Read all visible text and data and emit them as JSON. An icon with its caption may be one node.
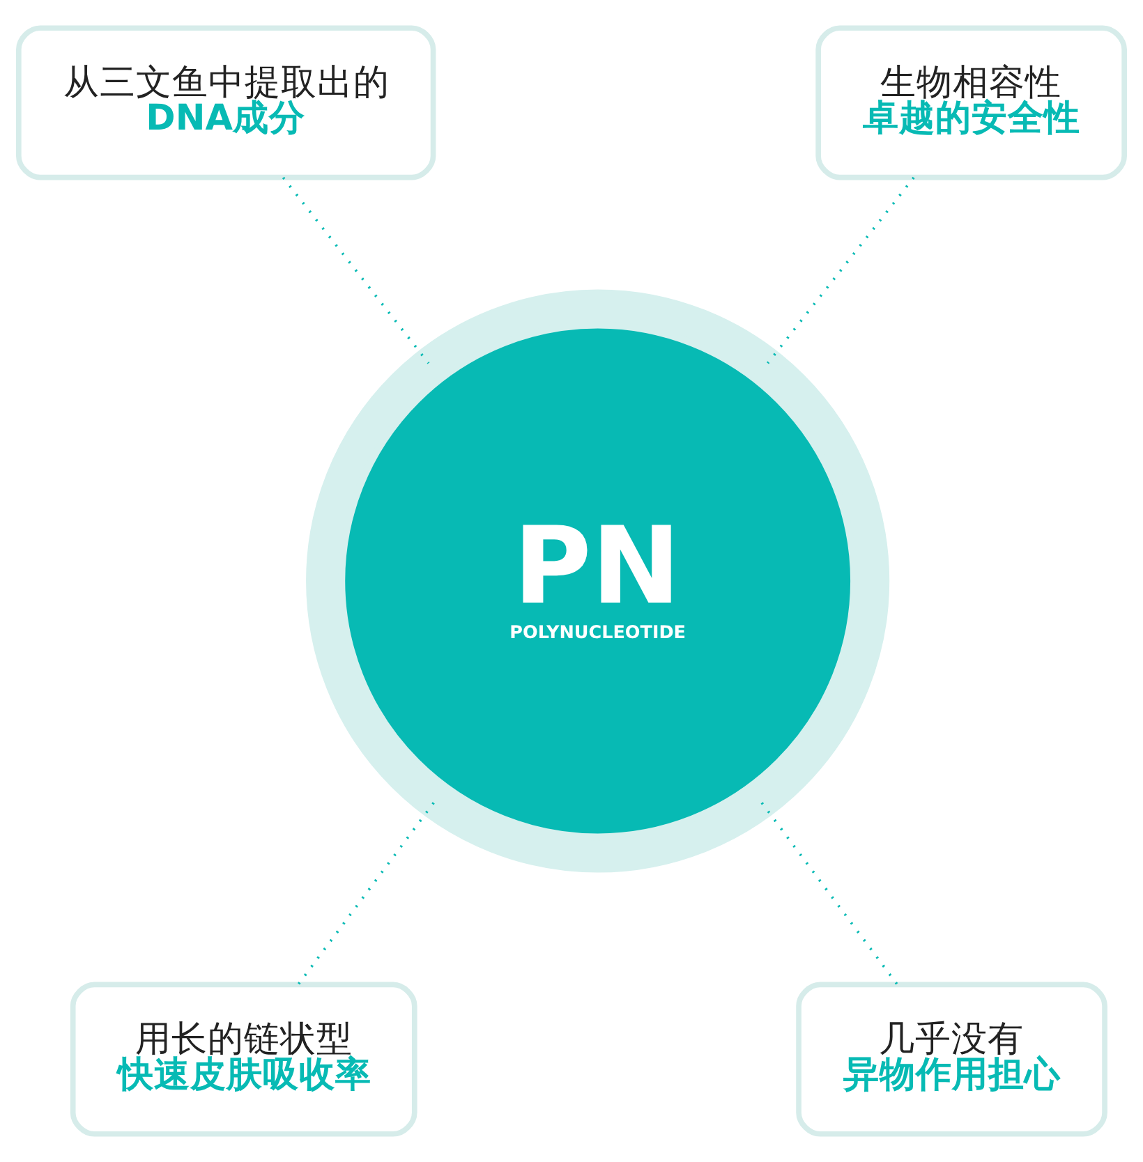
{
  "diagram": {
    "nodes": [
      {
        "text": [
          "从三文鱼中提取出的",
          "DNA成分"
        ]
      },
      {
        "text": [
          "生物相容性",
          "卓越的安全性"
        ]
      },
      {
        "text": [
          "PN",
          "POLYNUCLEOTIDE"
        ]
      },
      {
        "text": [
          "用长的链状型",
          "快速皮肤吸收率"
        ]
      },
      {
        "text": [
          "几乎没有",
          "异物作用担心"
        ]
      }
    ],
    "edges": [
      {
        "from": 0,
        "to": 2,
        "arrow": "none",
        "style": "dashed"
      },
      {
        "from": 1,
        "to": 2,
        "arrow": "none",
        "style": "dashed"
      },
      {
        "from": 2,
        "to": 3,
        "arrow": "none",
        "style": "dashed"
      },
      {
        "from": 2,
        "to": 4,
        "arrow": "none",
        "style": "dashed"
      }
    ]
  }
}
